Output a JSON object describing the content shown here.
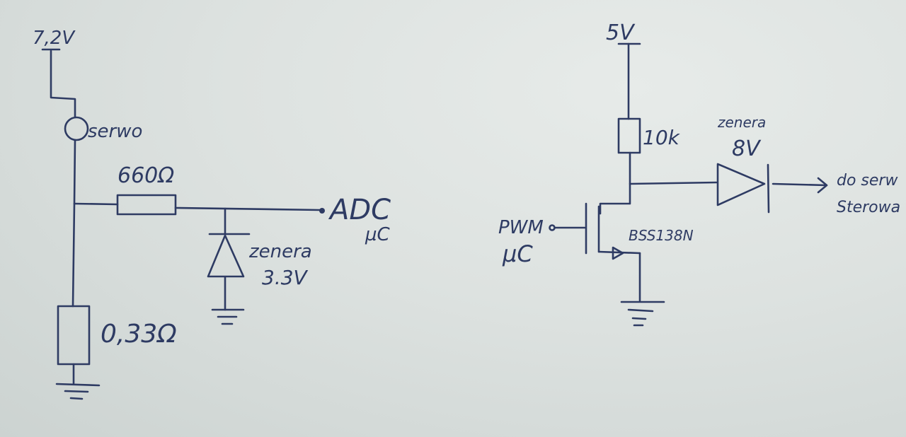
{
  "left_circuit": {
    "supply_label": "7,2V",
    "servo_label": "serwo",
    "resistor_series_label": "660Ω",
    "adc_label": "ADC",
    "adc_sub_label": "µC",
    "zener_label": "zenera",
    "zener_voltage": "3.3V",
    "shunt_resistor_label": "0,33Ω"
  },
  "right_circuit": {
    "supply_label": "5V",
    "pullup_label": "10k",
    "zener_label": "zenera",
    "zener_voltage": "8V",
    "pwm_label": "PWM",
    "pwm_sub_label": "µC",
    "mosfet_label": "BSS138N",
    "output_label_line1": "do serw",
    "output_label_line2": "Sterowa"
  },
  "colors": {
    "ink": "#2e3b63",
    "paper": "#dde2e0"
  }
}
